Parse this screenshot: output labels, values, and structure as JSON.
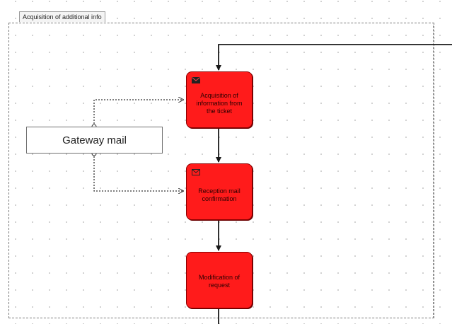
{
  "lane": {
    "label": "Acquisition of additional info"
  },
  "gateway": {
    "label": "Gateway mail"
  },
  "tasks": [
    {
      "label": "Acquisition of information from the ticket",
      "icon": "envelope-filled-icon"
    },
    {
      "label": "Reception mail confirmation",
      "icon": "envelope-outline-icon"
    },
    {
      "label": "Modification of request",
      "icon": ""
    }
  ],
  "colors": {
    "task_fill": "#ff1b1b",
    "task_border": "#8a0000",
    "flow_line": "#1a1a1a",
    "association_line": "#333333",
    "lane_border": "#7a7a7a"
  }
}
